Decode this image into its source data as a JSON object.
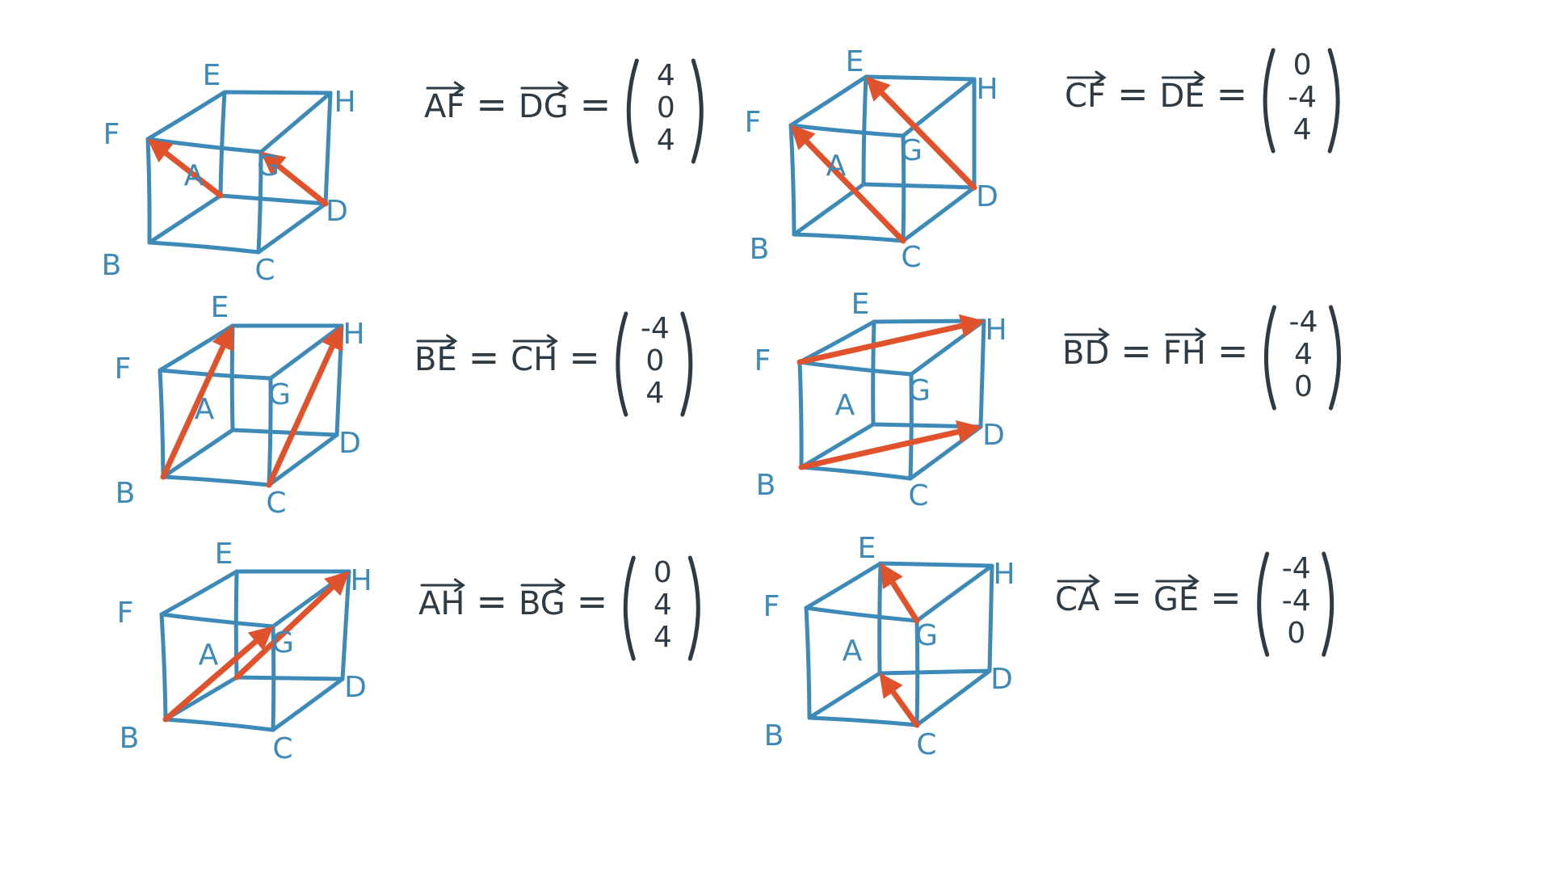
{
  "colors": {
    "cube_edges": "#3d8ab8",
    "vector_arrows": "#e0522b",
    "equations": "#2e3b45",
    "background": "#ffffff"
  },
  "panels": [
    {
      "labels": {
        "A": "A",
        "B": "B",
        "C": "C",
        "D": "D",
        "E": "E",
        "F": "F",
        "G": "G",
        "H": "H"
      },
      "arrows": [
        {
          "from": "A",
          "to": "F"
        },
        {
          "from": "D",
          "to": "G"
        }
      ],
      "equation": {
        "vec1": "AF",
        "eq1": "=",
        "vec2": "DG",
        "eq2": "=",
        "components": [
          "4",
          "0",
          "4"
        ]
      }
    },
    {
      "labels": {
        "A": "A",
        "B": "B",
        "C": "C",
        "D": "D",
        "E": "E",
        "F": "F",
        "G": "G",
        "H": "H"
      },
      "arrows": [
        {
          "from": "C",
          "to": "F"
        },
        {
          "from": "D",
          "to": "E"
        }
      ],
      "equation": {
        "vec1": "CF",
        "eq1": "=",
        "vec2": "DE",
        "eq2": "=",
        "components": [
          "0",
          "-4",
          "4"
        ]
      }
    },
    {
      "labels": {
        "A": "A",
        "B": "B",
        "C": "C",
        "D": "D",
        "E": "E",
        "F": "F",
        "G": "G",
        "H": "H"
      },
      "arrows": [
        {
          "from": "B",
          "to": "E"
        },
        {
          "from": "C",
          "to": "H"
        }
      ],
      "equation": {
        "vec1": "BE",
        "eq1": "=",
        "vec2": "CH",
        "eq2": "=",
        "components": [
          "-4",
          "0",
          "4"
        ]
      }
    },
    {
      "labels": {
        "A": "A",
        "B": "B",
        "C": "C",
        "D": "D",
        "E": "E",
        "F": "F",
        "G": "G",
        "H": "H"
      },
      "arrows": [
        {
          "from": "B",
          "to": "D"
        },
        {
          "from": "F",
          "to": "H"
        }
      ],
      "equation": {
        "vec1": "BD",
        "eq1": "=",
        "vec2": "FH",
        "eq2": "=",
        "components": [
          "-4",
          "4",
          "0"
        ]
      }
    },
    {
      "labels": {
        "A": "A",
        "B": "B",
        "C": "C",
        "D": "D",
        "E": "E",
        "F": "F",
        "G": "G",
        "H": "H"
      },
      "arrows": [
        {
          "from": "A",
          "to": "H"
        },
        {
          "from": "B",
          "to": "G"
        }
      ],
      "equation": {
        "vec1": "AH",
        "eq1": "=",
        "vec2": "BG",
        "eq2": "=",
        "components": [
          "0",
          "4",
          "4"
        ]
      }
    },
    {
      "labels": {
        "A": "A",
        "B": "B",
        "C": "C",
        "D": "D",
        "E": "E",
        "F": "F",
        "G": "G",
        "H": "H"
      },
      "arrows": [
        {
          "from": "C",
          "to": "A"
        },
        {
          "from": "G",
          "to": "E"
        }
      ],
      "equation": {
        "vec1": "CA",
        "eq1": "=",
        "vec2": "GE",
        "eq2": "=",
        "components": [
          "-4",
          "-4",
          "0"
        ]
      }
    }
  ]
}
